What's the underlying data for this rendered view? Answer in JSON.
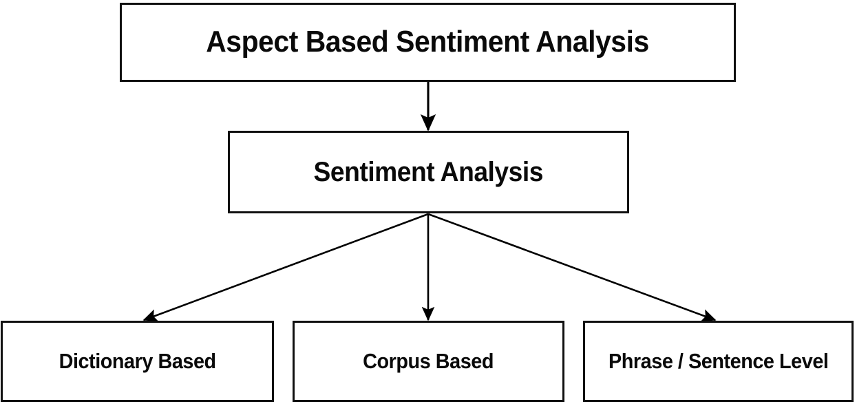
{
  "diagram": {
    "title": "Aspect Based Sentiment Analysis",
    "type": "hierarchy-flowchart",
    "colors": {
      "background": "#ffffff",
      "box_border": "#111111",
      "box_fill": "#ffffff",
      "text": "#0a0a0a",
      "edge": "#000000"
    },
    "nodes": [
      {
        "id": "root",
        "label": "Aspect Based Sentiment Analysis",
        "level": 0
      },
      {
        "id": "sentiment",
        "label": "Sentiment Analysis",
        "level": 1
      },
      {
        "id": "dictionary",
        "label": "Dictionary Based",
        "level": 2
      },
      {
        "id": "corpus",
        "label": "Corpus Based",
        "level": 2
      },
      {
        "id": "phrase",
        "label": "Phrase / Sentence Level",
        "level": 2
      }
    ],
    "edges": [
      {
        "id": "root-to-sentiment",
        "from": "root",
        "to": "sentiment",
        "arrow": "down"
      },
      {
        "id": "sentiment-to-dictionary",
        "from": "sentiment",
        "to": "dictionary",
        "arrow": "down-left"
      },
      {
        "id": "sentiment-to-corpus",
        "from": "sentiment",
        "to": "corpus",
        "arrow": "down"
      },
      {
        "id": "sentiment-to-phrase",
        "from": "sentiment",
        "to": "phrase",
        "arrow": "down-right"
      }
    ]
  }
}
